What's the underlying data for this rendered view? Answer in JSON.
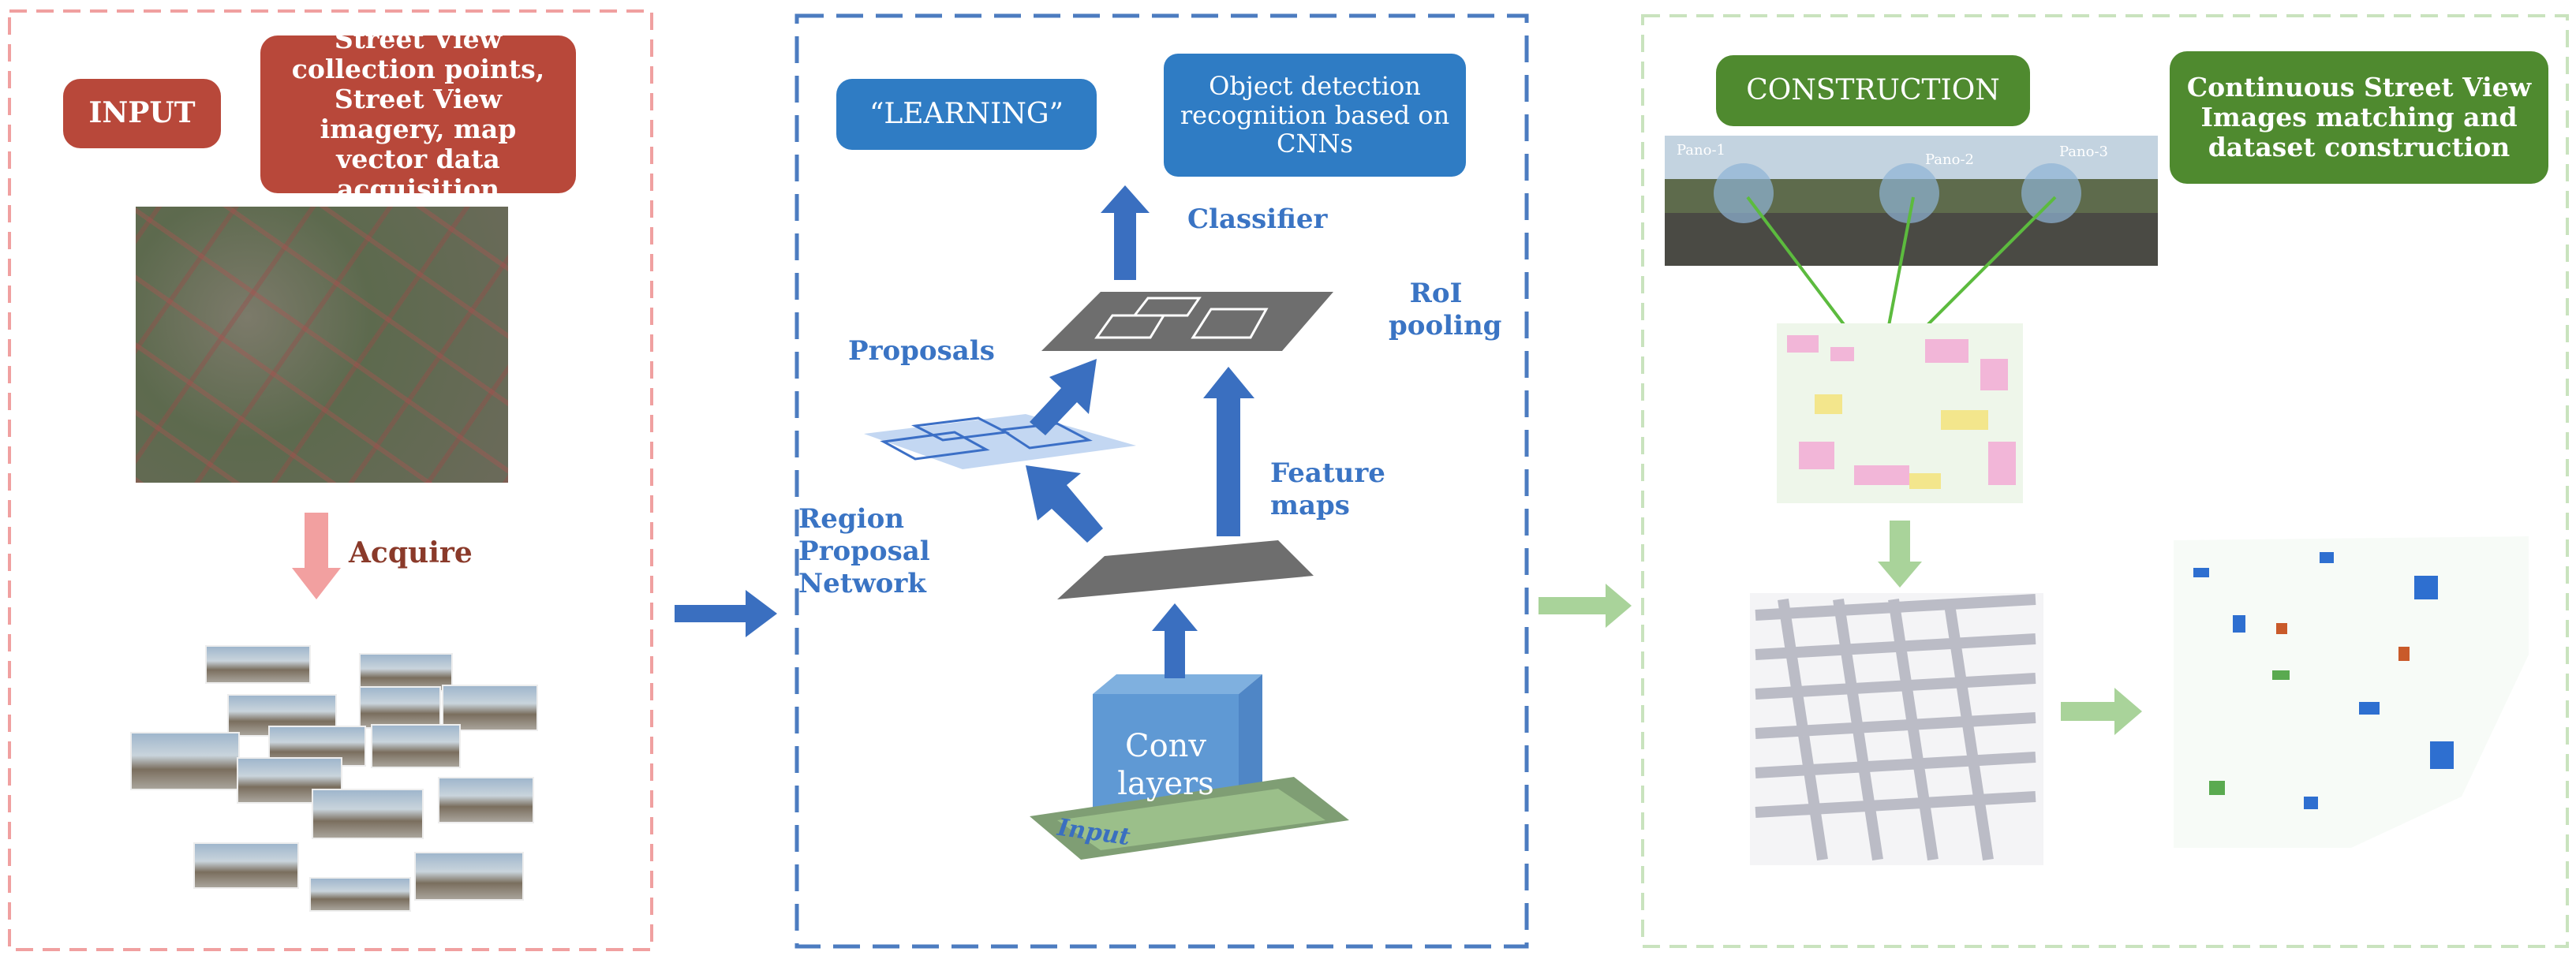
{
  "input": {
    "tag": "INPUT",
    "description": "Street View collection points, Street View imagery, map vector data acquisition",
    "acquire": "Acquire"
  },
  "learning": {
    "tag": "“LEARNING”",
    "description": "Object detection recognition based on CNNs",
    "classifier": "Classifier",
    "roi_pooling": "RoI pooling",
    "proposals": "Proposals",
    "feature_maps": "Feature maps",
    "rpn": "Region Proposal Network",
    "conv": "Conv layers",
    "input": "Input"
  },
  "construction": {
    "tag": "CONSTRUCTION",
    "description": "Continuous Street View Images matching and dataset construction",
    "pano1": "Pano-1",
    "pano2": "Pano-2",
    "pano3": "Pano-3"
  },
  "colors": {
    "red_label": "#b8483a",
    "blue_label": "#2f7cc4",
    "green_label": "#4f8a2f",
    "arrow_blue": "#3a6fc0",
    "arrow_green": "#a9d39a",
    "arrow_pink": "#f2a0a0"
  }
}
